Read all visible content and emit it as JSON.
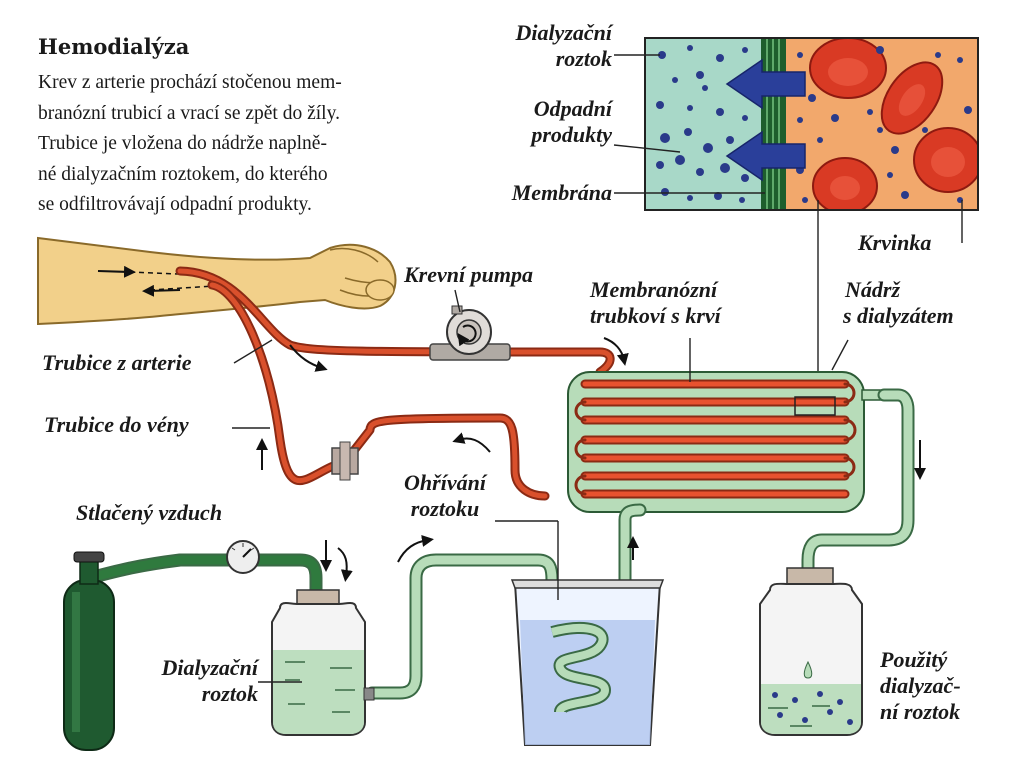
{
  "title": "Hemodialýza",
  "description_lines": [
    "Krev z arterie prochází stočenou mem-",
    "branózní trubicí a vrací se zpět do žíly.",
    "Trubice je vložena do nádrže naplně-",
    "né dialyzačním roztokem, do kterého",
    "se odfiltrovávají odpadní produkty."
  ],
  "labels": {
    "dialyzate_inset": [
      "Dialyzační",
      "roztok"
    ],
    "waste": [
      "Odpadní",
      "produkty"
    ],
    "membrane": "Membrána",
    "blood_cell": "Krvinka",
    "blood_pump": "Krevní pumpa",
    "membrane_tubes": [
      "Membranózní",
      "trubkoví s krví"
    ],
    "tank": [
      "Nádrž",
      "s dialyzátem"
    ],
    "artery_tube": "Trubice z arterie",
    "vein_tube": "Trubice do vény",
    "heating": [
      "Ohřívání",
      "roztoku"
    ],
    "compressed_air": "Stlačený vzduch",
    "dialysis_solution": [
      "Dialyzační",
      "roztok"
    ],
    "used_solution": [
      "Použitý",
      "dialyzač-",
      "ní roztok"
    ]
  },
  "colors": {
    "blood": "#d9502c",
    "tubing_green": "#b7dcb9",
    "membrane_dark_green": "#1e5e2c",
    "cylinder": "#1f5a30",
    "arrow_blue": "#2a3f9a",
    "skin": "#f2d08a"
  }
}
